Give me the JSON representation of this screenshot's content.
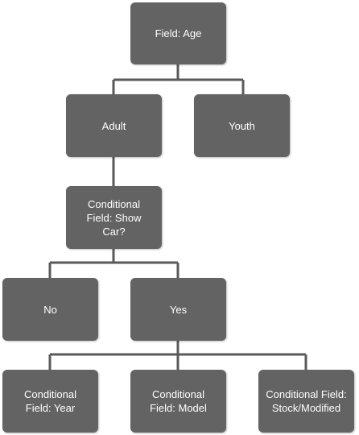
{
  "colors": {
    "node_fill": "#636363",
    "node_text": "#ffffff",
    "connector": "#5a5a5a",
    "background": "#ffffff"
  },
  "nodes": {
    "field_age": "Field: Age",
    "adult": "Adult",
    "youth": "Youth",
    "show_car": "Conditional Field: Show Car?",
    "no": "No",
    "yes": "Yes",
    "year": "Conditional Field: Year",
    "model": "Conditional Field: Model",
    "stock_modified": "Conditional Field: Stock/Modified"
  }
}
